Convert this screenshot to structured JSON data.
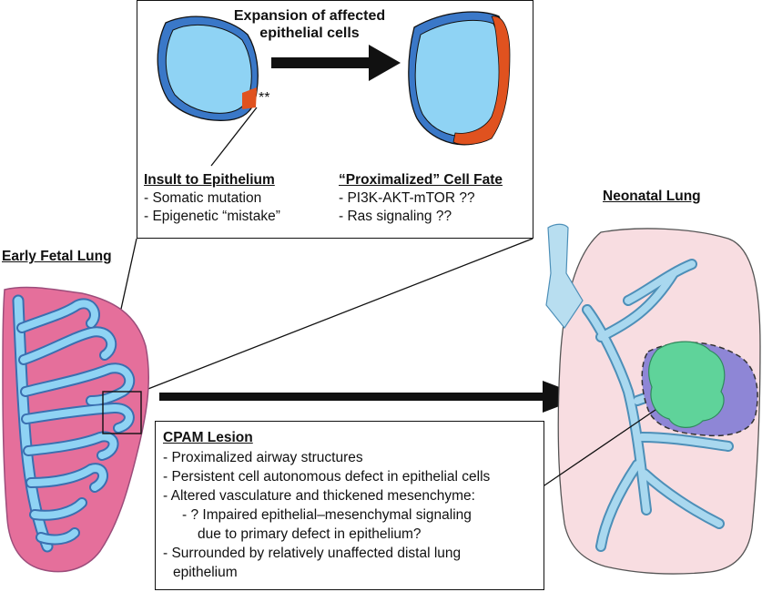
{
  "top_box": {
    "expansion_title_line1": "Expansion of affected",
    "expansion_title_line2": "epithelial cells",
    "asterisks": "**",
    "insult_heading": "Insult to Epithelium",
    "insult_items": [
      "- Somatic mutation",
      "- Epigenetic “mistake”"
    ],
    "fate_heading": "“Proximalized” Cell Fate",
    "fate_items": [
      "- PI3K-AKT-mTOR ??",
      "- Ras signaling ??"
    ]
  },
  "early_fetal_lung_label": "Early Fetal Lung",
  "neonatal_lung_label": "Neonatal Lung",
  "cpam_box": {
    "heading": "CPAM Lesion",
    "lines": [
      "- Proximalized airway structures",
      "- Persistent cell autonomous defect in epithelial cells",
      "- Altered vasculature and thickened mesenchyme:",
      "- ? Impaired epithelial–mesenchymal signaling",
      "due to primary defect in epithelium?",
      "- Surrounded by relatively unaffected distal lung",
      "epithelium"
    ]
  },
  "colors": {
    "fetal_lung_pink": "#e56f9b",
    "airway_blue": "#8fd3f4",
    "airway_outline": "#3a6fb0",
    "neonatal_pink": "#f8dde1",
    "lesion_green": "#5fd39a",
    "lesion_purple": "#8e86d6",
    "mutant_cells_orange": "#e0521f"
  }
}
